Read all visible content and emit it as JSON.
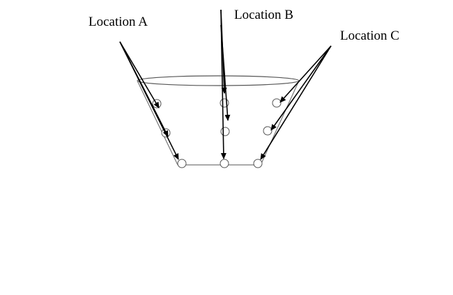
{
  "labels": {
    "location_a": "Location A",
    "location_b": "Location B",
    "location_c": "Location C"
  },
  "colors": {
    "stroke": "#000000",
    "container": "#777777",
    "background": "#ffffff"
  }
}
